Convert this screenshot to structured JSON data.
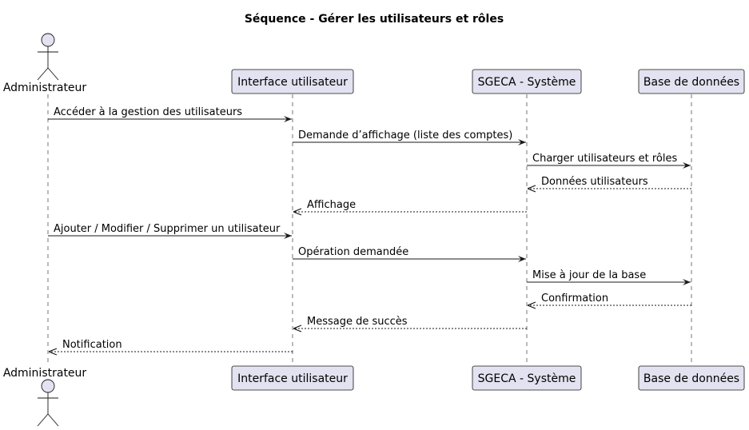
{
  "title": "Séquence - Gérer les utilisateurs et rôles",
  "participants": [
    {
      "id": "admin",
      "label": "Administrateur",
      "kind": "actor"
    },
    {
      "id": "ui",
      "label": "Interface utilisateur",
      "kind": "participant"
    },
    {
      "id": "sys",
      "label": "SGECA - Système",
      "kind": "participant"
    },
    {
      "id": "db",
      "label": "Base de données",
      "kind": "participant"
    }
  ],
  "messages": [
    {
      "from": "admin",
      "to": "ui",
      "label": "Accéder à la gestion des utilisateurs",
      "style": "solid"
    },
    {
      "from": "ui",
      "to": "sys",
      "label": "Demande d’affichage (liste des comptes)",
      "style": "solid"
    },
    {
      "from": "sys",
      "to": "db",
      "label": "Charger utilisateurs et rôles",
      "style": "solid"
    },
    {
      "from": "db",
      "to": "sys",
      "label": "Données utilisateurs",
      "style": "dashed"
    },
    {
      "from": "sys",
      "to": "ui",
      "label": "Affichage",
      "style": "dashed"
    },
    {
      "from": "admin",
      "to": "ui",
      "label": "Ajouter / Modifier / Supprimer un utilisateur",
      "style": "solid"
    },
    {
      "from": "ui",
      "to": "sys",
      "label": "Opération demandée",
      "style": "solid"
    },
    {
      "from": "sys",
      "to": "db",
      "label": "Mise à jour de la base",
      "style": "solid"
    },
    {
      "from": "db",
      "to": "sys",
      "label": "Confirmation",
      "style": "dashed"
    },
    {
      "from": "sys",
      "to": "ui",
      "label": "Message de succès",
      "style": "dashed"
    },
    {
      "from": "ui",
      "to": "admin",
      "label": "Notification",
      "style": "dashed"
    }
  ],
  "colors": {
    "participant_fill": "#E2E2F0",
    "line": "#181818",
    "background": "#FFFFFF"
  }
}
